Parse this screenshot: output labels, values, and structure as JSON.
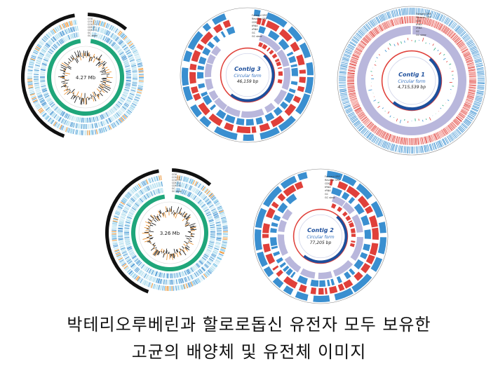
{
  "maps": [
    {
      "id": "genome_a",
      "style": "cog",
      "center_label": "4.27 Mb",
      "ring_labels": [
        "COG",
        "COG (-)",
        "COG (+)",
        "CDS (-)",
        "CDS (+)",
        "GC",
        "GC skew"
      ]
    },
    {
      "id": "contig3",
      "style": "contig",
      "title": "Contig 3",
      "form": "Circular form",
      "size": "46,159 bp",
      "ring_labels": [
        "Forward ORF",
        "Reverse ORF",
        "CDS",
        "tRNA",
        "rRNA",
        "GC",
        "GC skew"
      ]
    },
    {
      "id": "contig1",
      "style": "contig",
      "title": "Contig 1",
      "form": "Circular form",
      "size": "4,715,539 bp",
      "ring_labels": [
        "Forward ORF",
        "Reverse ORF",
        "CDS",
        "tRNA",
        "rRNA",
        "GC",
        "GC skew"
      ]
    },
    {
      "id": "genome_b",
      "style": "cog",
      "center_label": "3.26 Mb",
      "ring_labels": [
        "COG",
        "COG (-)",
        "COG (+)",
        "CDS (-)",
        "CDS (+)",
        "GC",
        "GC skew"
      ]
    },
    {
      "id": "contig2",
      "style": "contig",
      "title": "Contig 2",
      "form": "Circular form",
      "size": "77,205 bp",
      "ring_labels": [
        "Forward ORF",
        "Reverse ORF",
        "CDS",
        "tRNA",
        "rRNA",
        "GC",
        "GC skew"
      ]
    }
  ],
  "caption": {
    "line1": "박테리오루베린과 할로로돕신 유전자 모두 보유한",
    "line2": "고균의 배양체 및 유전체 이미지"
  },
  "colors": {
    "blue": "#3a8fd0",
    "red": "#e0403a",
    "lavender": "#b9b7dc",
    "green": "#1fa67a",
    "cyan": "#9fd6ea",
    "navy": "#1d4f9c",
    "black": "#111111",
    "orange": "#e8871e"
  }
}
